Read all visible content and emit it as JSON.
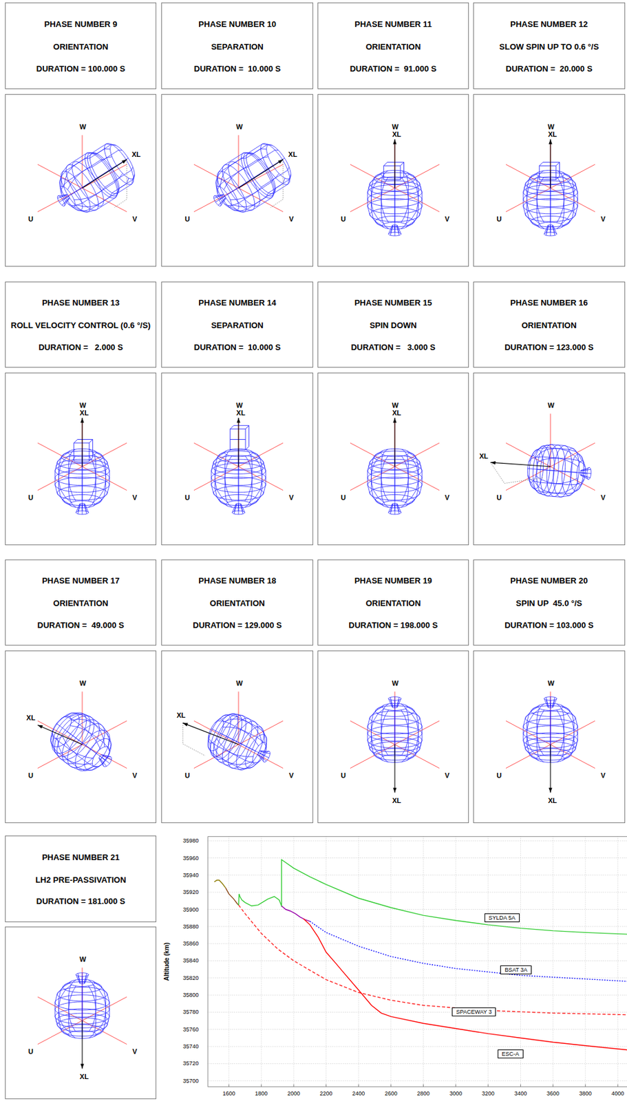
{
  "diagram": {
    "nodes": [
      {
        "text": [
          "PHASE NUMBER 9",
          "ORIENTATION",
          "DURATION = 100.000 S"
        ]
      },
      {
        "text": [
          "PHASE NUMBER 10",
          "SEPARATION",
          "DURATION =  10.000 S"
        ]
      },
      {
        "text": [
          "PHASE NUMBER 11",
          "ORIENTATION",
          "DURATION =  91.000 S"
        ]
      },
      {
        "text": [
          "PHASE NUMBER 12",
          "SLOW SPIN UP TO 0.6 °/S",
          "DURATION =  20.000 S"
        ]
      },
      {
        "text": [
          "W",
          "XL",
          "U",
          "V"
        ]
      },
      {
        "text": [
          "W",
          "XL",
          "U",
          "V"
        ]
      },
      {
        "text": [
          "W",
          "XL",
          "U",
          "V"
        ]
      },
      {
        "text": [
          "W",
          "XL",
          "U",
          "V"
        ]
      },
      {
        "text": [
          "PHASE NUMBER 13",
          "ROLL VELOCITY CONTROL (0.6 °/S)",
          "DURATION =   2.000 S"
        ]
      },
      {
        "text": [
          "PHASE NUMBER 14",
          "SEPARATION",
          "DURATION =  10.000 S"
        ]
      },
      {
        "text": [
          "PHASE NUMBER 15",
          "SPIN DOWN",
          "DURATION =   3.000 S"
        ]
      },
      {
        "text": [
          "PHASE NUMBER 16",
          "ORIENTATION",
          "DURATION = 123.000 S"
        ]
      },
      {
        "text": [
          "W",
          "XL",
          "U",
          "V"
        ]
      },
      {
        "text": [
          "W",
          "XL",
          "U",
          "V"
        ]
      },
      {
        "text": [
          "W",
          "XL",
          "U",
          "V"
        ]
      },
      {
        "text": [
          "W",
          "XL",
          "U",
          "V"
        ]
      },
      {
        "text": [
          "PHASE NUMBER 17",
          "ORIENTATION",
          "DURATION =  49.000 S"
        ]
      },
      {
        "text": [
          "PHASE NUMBER 18",
          "ORIENTATION",
          "DURATION = 129.000 S"
        ]
      },
      {
        "text": [
          "PHASE NUMBER 19",
          "ORIENTATION",
          "DURATION = 198.000 S"
        ]
      },
      {
        "text": [
          "PHASE NUMBER 20",
          "SPIN UP  45.0 °/S",
          "DURATION = 103.000 S"
        ]
      },
      {
        "text": [
          "W",
          "XL",
          "U",
          "V"
        ]
      },
      {
        "text": [
          "W",
          "XL",
          "U",
          "V"
        ]
      },
      {
        "text": [
          "W",
          "U",
          "V",
          "XL"
        ]
      },
      {
        "text": [
          "W",
          "U",
          "V",
          "XL"
        ]
      },
      {
        "text": [
          "PHASE NUMBER 21",
          "LH2 PRE-PASSIVATION",
          "DURATION = 181.000 S"
        ]
      },
      {
        "text": [
          "W",
          "U",
          "V",
          "XL"
        ]
      },
      {
        "text": [
          "SYLDA 5A"
        ]
      },
      {
        "text": [
          "BSAT 3A"
        ]
      },
      {
        "text": [
          "SPACEWAY 3"
        ]
      },
      {
        "text": [
          "ESC-A"
        ]
      }
    ],
    "labels": [
      "35980",
      "35960",
      "35940",
      "35920",
      "35900",
      "35880",
      "35860",
      "35840",
      "35820",
      "35800",
      "35780",
      "35760",
      "35740",
      "35720",
      "35700",
      "Altitude (km)",
      "1600",
      "1800",
      "2000",
      "2200",
      "2400",
      "2600",
      "2800",
      "3000",
      "3200",
      "3400",
      "3600",
      "3800",
      "4000"
    ]
  }
}
